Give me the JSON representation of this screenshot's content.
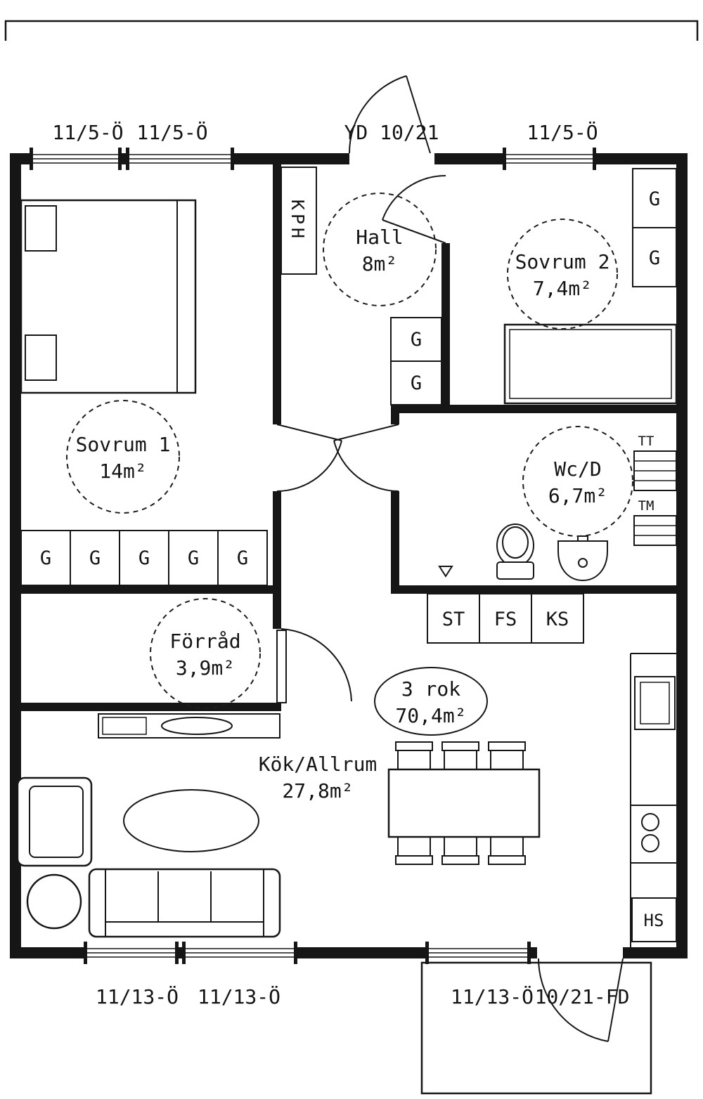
{
  "plan": {
    "summary": {
      "label": "3 rok",
      "area": "70,4m²"
    },
    "rooms": {
      "sovrum1": {
        "name": "Sovrum 1",
        "area": "14m²"
      },
      "hall": {
        "name": "Hall",
        "area": "8m²"
      },
      "sovrum2": {
        "name": "Sovrum 2",
        "area": "7,4m²"
      },
      "wcd": {
        "name": "Wc/D",
        "area": "6,7m²"
      },
      "forrad": {
        "name": "Förråd",
        "area": "3,9m²"
      },
      "kok": {
        "name": "Kök/Allrum",
        "area": "27,8m²"
      }
    },
    "openings": {
      "top_window_1": "11/5-Ö",
      "top_window_2": "11/5-Ö",
      "entry_door": "YD 10/21",
      "top_window_3": "11/5-Ö",
      "bottom_window_1": "11/13-Ö",
      "bottom_window_2": "11/13-Ö",
      "bottom_window_3": "11/13-Ö",
      "exterior_door": "10/21-FD"
    },
    "fixtures": {
      "kph": "KPH",
      "wardrobe": "G",
      "st": "ST",
      "fs": "FS",
      "ks": "KS",
      "tt": "TT",
      "tm": "TM",
      "hs": "HS"
    }
  }
}
